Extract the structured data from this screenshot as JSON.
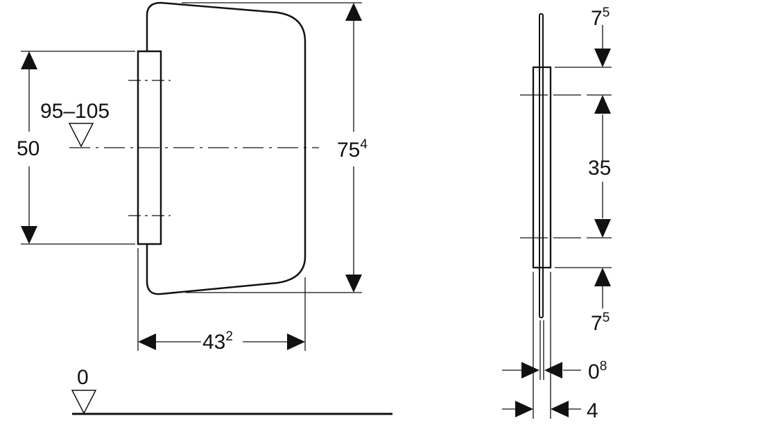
{
  "front_view": {
    "height_range": "95–105",
    "overall_height_main": "75",
    "overall_height_sup": "4",
    "mount_height": "50",
    "width_main": "43",
    "width_sup": "2",
    "floor_level": "0"
  },
  "side_view": {
    "top_offset_main": "7",
    "top_offset_sup": "5",
    "hole_spacing": "35",
    "bottom_offset_main": "7",
    "bottom_offset_sup": "5",
    "plate_thickness_main": "0",
    "plate_thickness_sup": "8",
    "total_depth": "4"
  },
  "colors": {
    "line": "#111111",
    "background": "#ffffff"
  }
}
